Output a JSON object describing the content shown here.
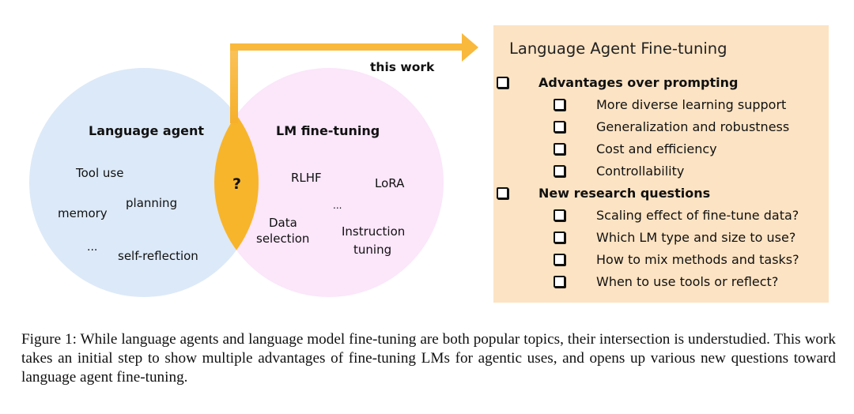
{
  "diagram": {
    "arrow_label": "this work",
    "left_circle": {
      "title": "Language agent",
      "items": [
        "Tool use",
        "planning",
        "memory",
        "...",
        "self-reflection"
      ]
    },
    "right_circle": {
      "title": "LM fine-tuning",
      "items": [
        "RLHF",
        "LoRA",
        "...",
        "Data",
        "selection",
        "Instruction",
        "tuning"
      ]
    },
    "intersection_label": "?",
    "colors": {
      "left_circle": "#dce9f8",
      "right_circle": "#fbe6fa",
      "intersection": "#f7b52c",
      "arrow": "#f9b93d",
      "panel": "#fce3c3"
    }
  },
  "panel": {
    "title": "Language Agent Fine-tuning",
    "sections": [
      {
        "heading": "Advantages over prompting",
        "items": [
          "More diverse learning support",
          "Generalization and robustness",
          "Cost and efficiency",
          "Controllability"
        ]
      },
      {
        "heading": "New research questions",
        "items": [
          "Scaling effect of fine-tune data?",
          "Which LM type and size to use?",
          "How to mix methods and tasks?",
          "When to use tools or reflect?"
        ]
      }
    ]
  },
  "caption": "Figure 1: While language agents and language model fine-tuning are both popular topics, their intersection is understudied. This work takes an initial step to show multiple advantages of fine-tuning LMs for agentic uses, and opens up various new questions toward language agent fine-tuning."
}
